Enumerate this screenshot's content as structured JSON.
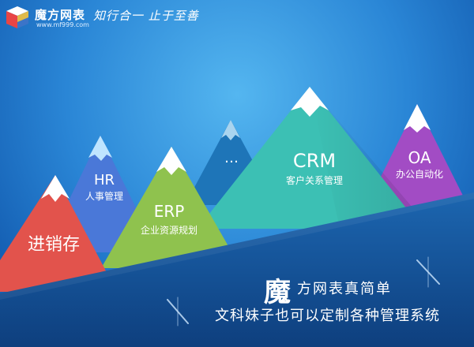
{
  "brand": {
    "name": "魔方网表",
    "url": "www.mf999.com",
    "slogan": "知行合一 止于至善"
  },
  "mountains": [
    {
      "en": "HR",
      "cn": "人事管理",
      "color": "#4a78d8"
    },
    {
      "en": "…",
      "cn": "",
      "color": "#1e75b8"
    },
    {
      "en": "CRM",
      "cn": "客户关系管理",
      "color": "#3cc0b4"
    },
    {
      "en": "OA",
      "cn": "办公自动化",
      "color": "#a24cc4"
    },
    {
      "en": "ERP",
      "cn": "企业资源规划",
      "color": "#8fc24e"
    },
    {
      "en": "进销存",
      "cn": "",
      "color": "#e2534c"
    }
  ],
  "promo": {
    "big_char": "魔",
    "line1": "方网表真简单",
    "line2": "文科妹子也可以定制各种管理系统"
  }
}
